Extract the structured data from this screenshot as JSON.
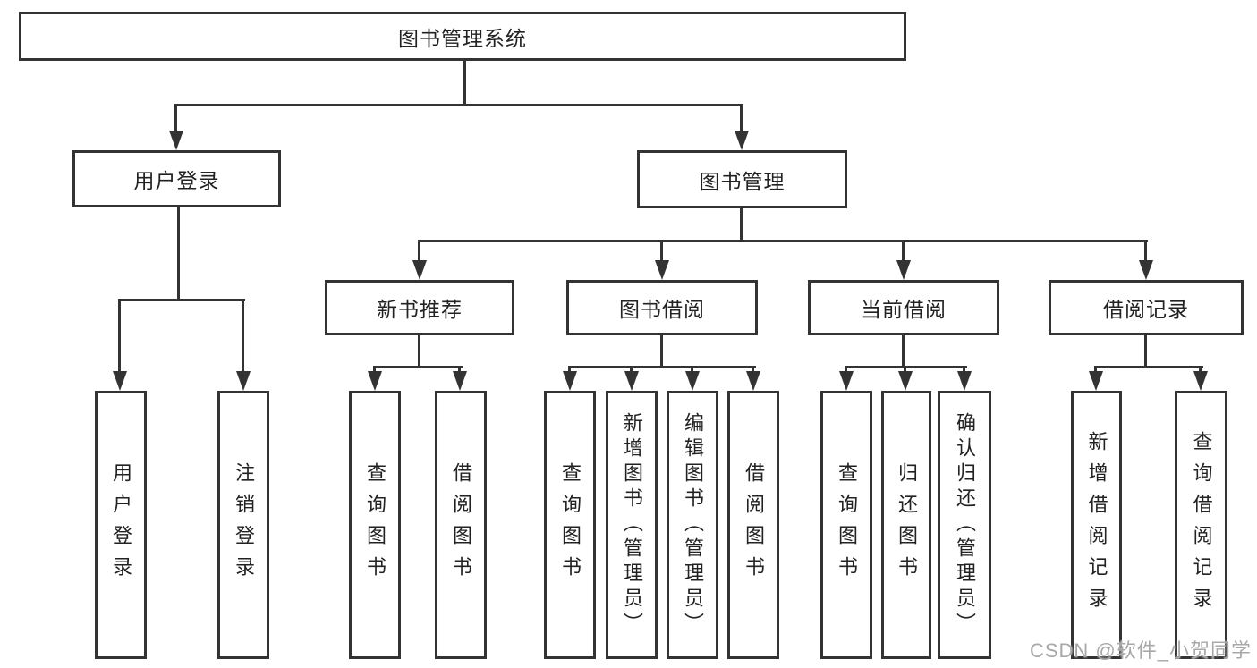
{
  "diagram": {
    "title": "图书管理系统",
    "nodes": {
      "root": "图书管理系统",
      "user_login": "用户登录",
      "book_management": "图书管理",
      "new_book_recommend": "新书推荐",
      "book_borrow": "图书借阅",
      "current_borrow": "当前借阅",
      "borrow_records": "借阅记录"
    },
    "leaves": {
      "login": "用户登录",
      "logout": "注销登录",
      "rec_query_books": "查询图书",
      "rec_borrow_books": "借阅图书",
      "bb_query_books": "查询图书",
      "bb_add_books": "新增图书（管理员）",
      "bb_edit_books": "编辑图书（管理员）",
      "bb_borrow_books": "借阅图书",
      "cb_query_books": "查询图书",
      "cb_return_books": "归还图书",
      "cb_confirm_return": "确认归还（管理员）",
      "br_add_record": "新增借阅记录",
      "br_query_record": "查询借阅记录"
    }
  },
  "watermark": {
    "text": "CSDN @软件_小贺同学"
  },
  "colors": {
    "line": "#333333",
    "text": "#222222",
    "watermark": "#a8a8a8",
    "bg": "#ffffff"
  }
}
